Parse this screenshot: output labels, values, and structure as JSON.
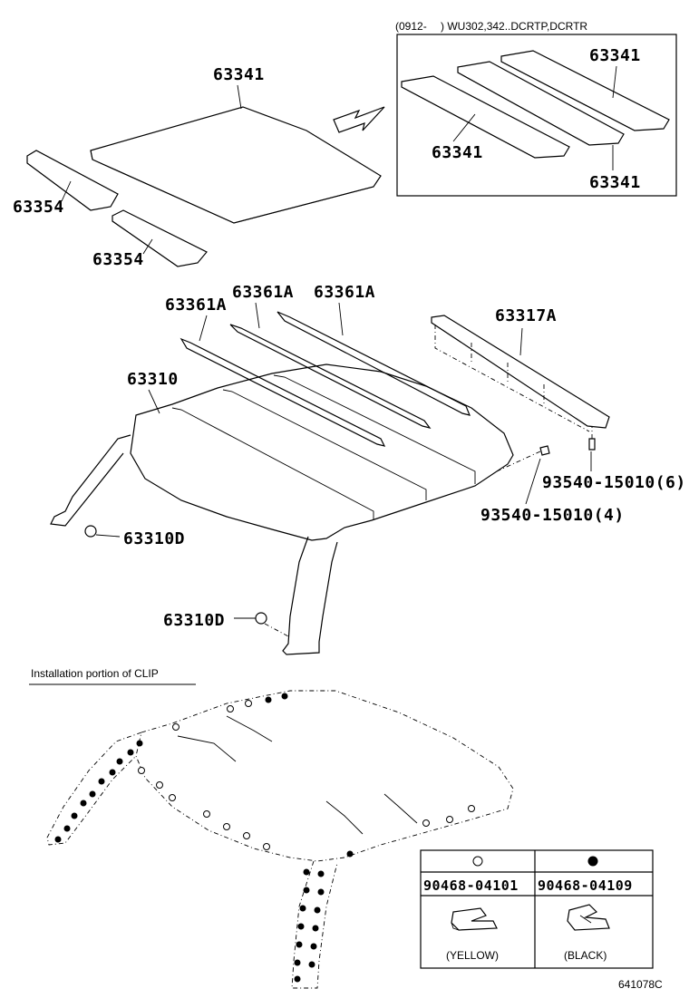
{
  "labels": {
    "p63341_main": "63341",
    "p63354_a": "63354",
    "p63354_b": "63354",
    "p63361A_a": "63361A",
    "p63361A_b": "63361A",
    "p63361A_c": "63361A",
    "p63317A": "63317A",
    "p63310": "63310",
    "p93540_6": "93540-15010(6)",
    "p93540_4": "93540-15010(4)",
    "p63310D_a": "63310D",
    "p63310D_b": "63310D"
  },
  "inset": {
    "header": "(0912-　 ) WU302,342..DCRTP,DCRTR",
    "label_top": "63341",
    "label_left": "63341",
    "label_bottom": "63341"
  },
  "installation": {
    "title": "Installation portion of CLIP"
  },
  "clip_table": {
    "col1": {
      "part": "90468-04101",
      "color": "(YELLOW)"
    },
    "col2": {
      "part": "90468-04109",
      "color": "(BLACK)"
    }
  },
  "figure_code": "641078C"
}
